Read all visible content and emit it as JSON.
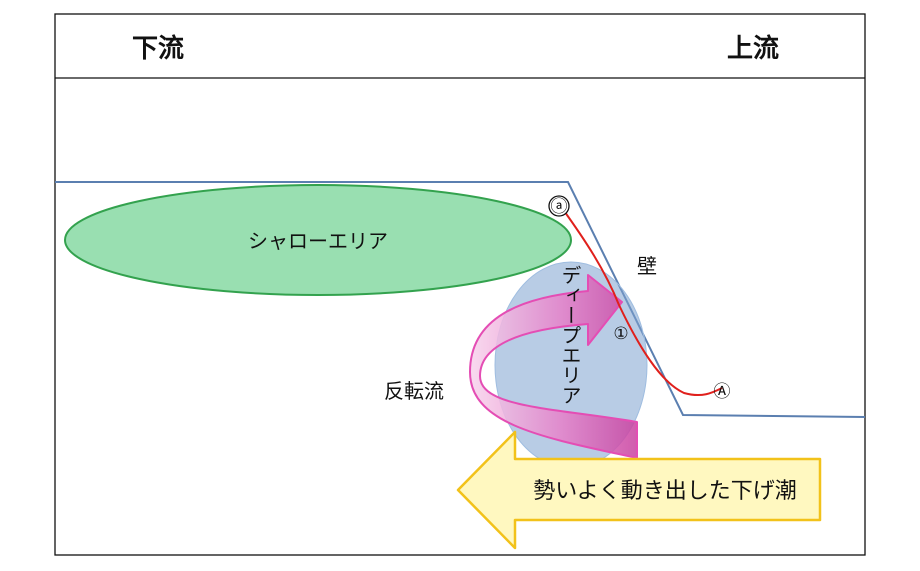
{
  "header": {
    "left_label": "下流",
    "right_label": "上流"
  },
  "areas": {
    "shallow": "シャローエリア",
    "deep": "ディープエリア"
  },
  "labels": {
    "wall": "壁",
    "reverse_flow": "反転流",
    "current": "勢いよく動き出した下げ潮"
  },
  "markers": {
    "a_small": "ⓐ",
    "one": "①",
    "a_capital": "Ⓐ"
  },
  "colors": {
    "frame": "#111111",
    "bottom_line": "#5b7fb0",
    "shallow_fill": "#99dfb1",
    "shallow_stroke": "#33a24e",
    "deep_fill": "#7ea3cf",
    "reverse_arrow": "#e05ab8",
    "current_arrow_fill": "#fff8c0",
    "current_arrow_stroke": "#f2c21a",
    "line_path": "#e0201c"
  }
}
